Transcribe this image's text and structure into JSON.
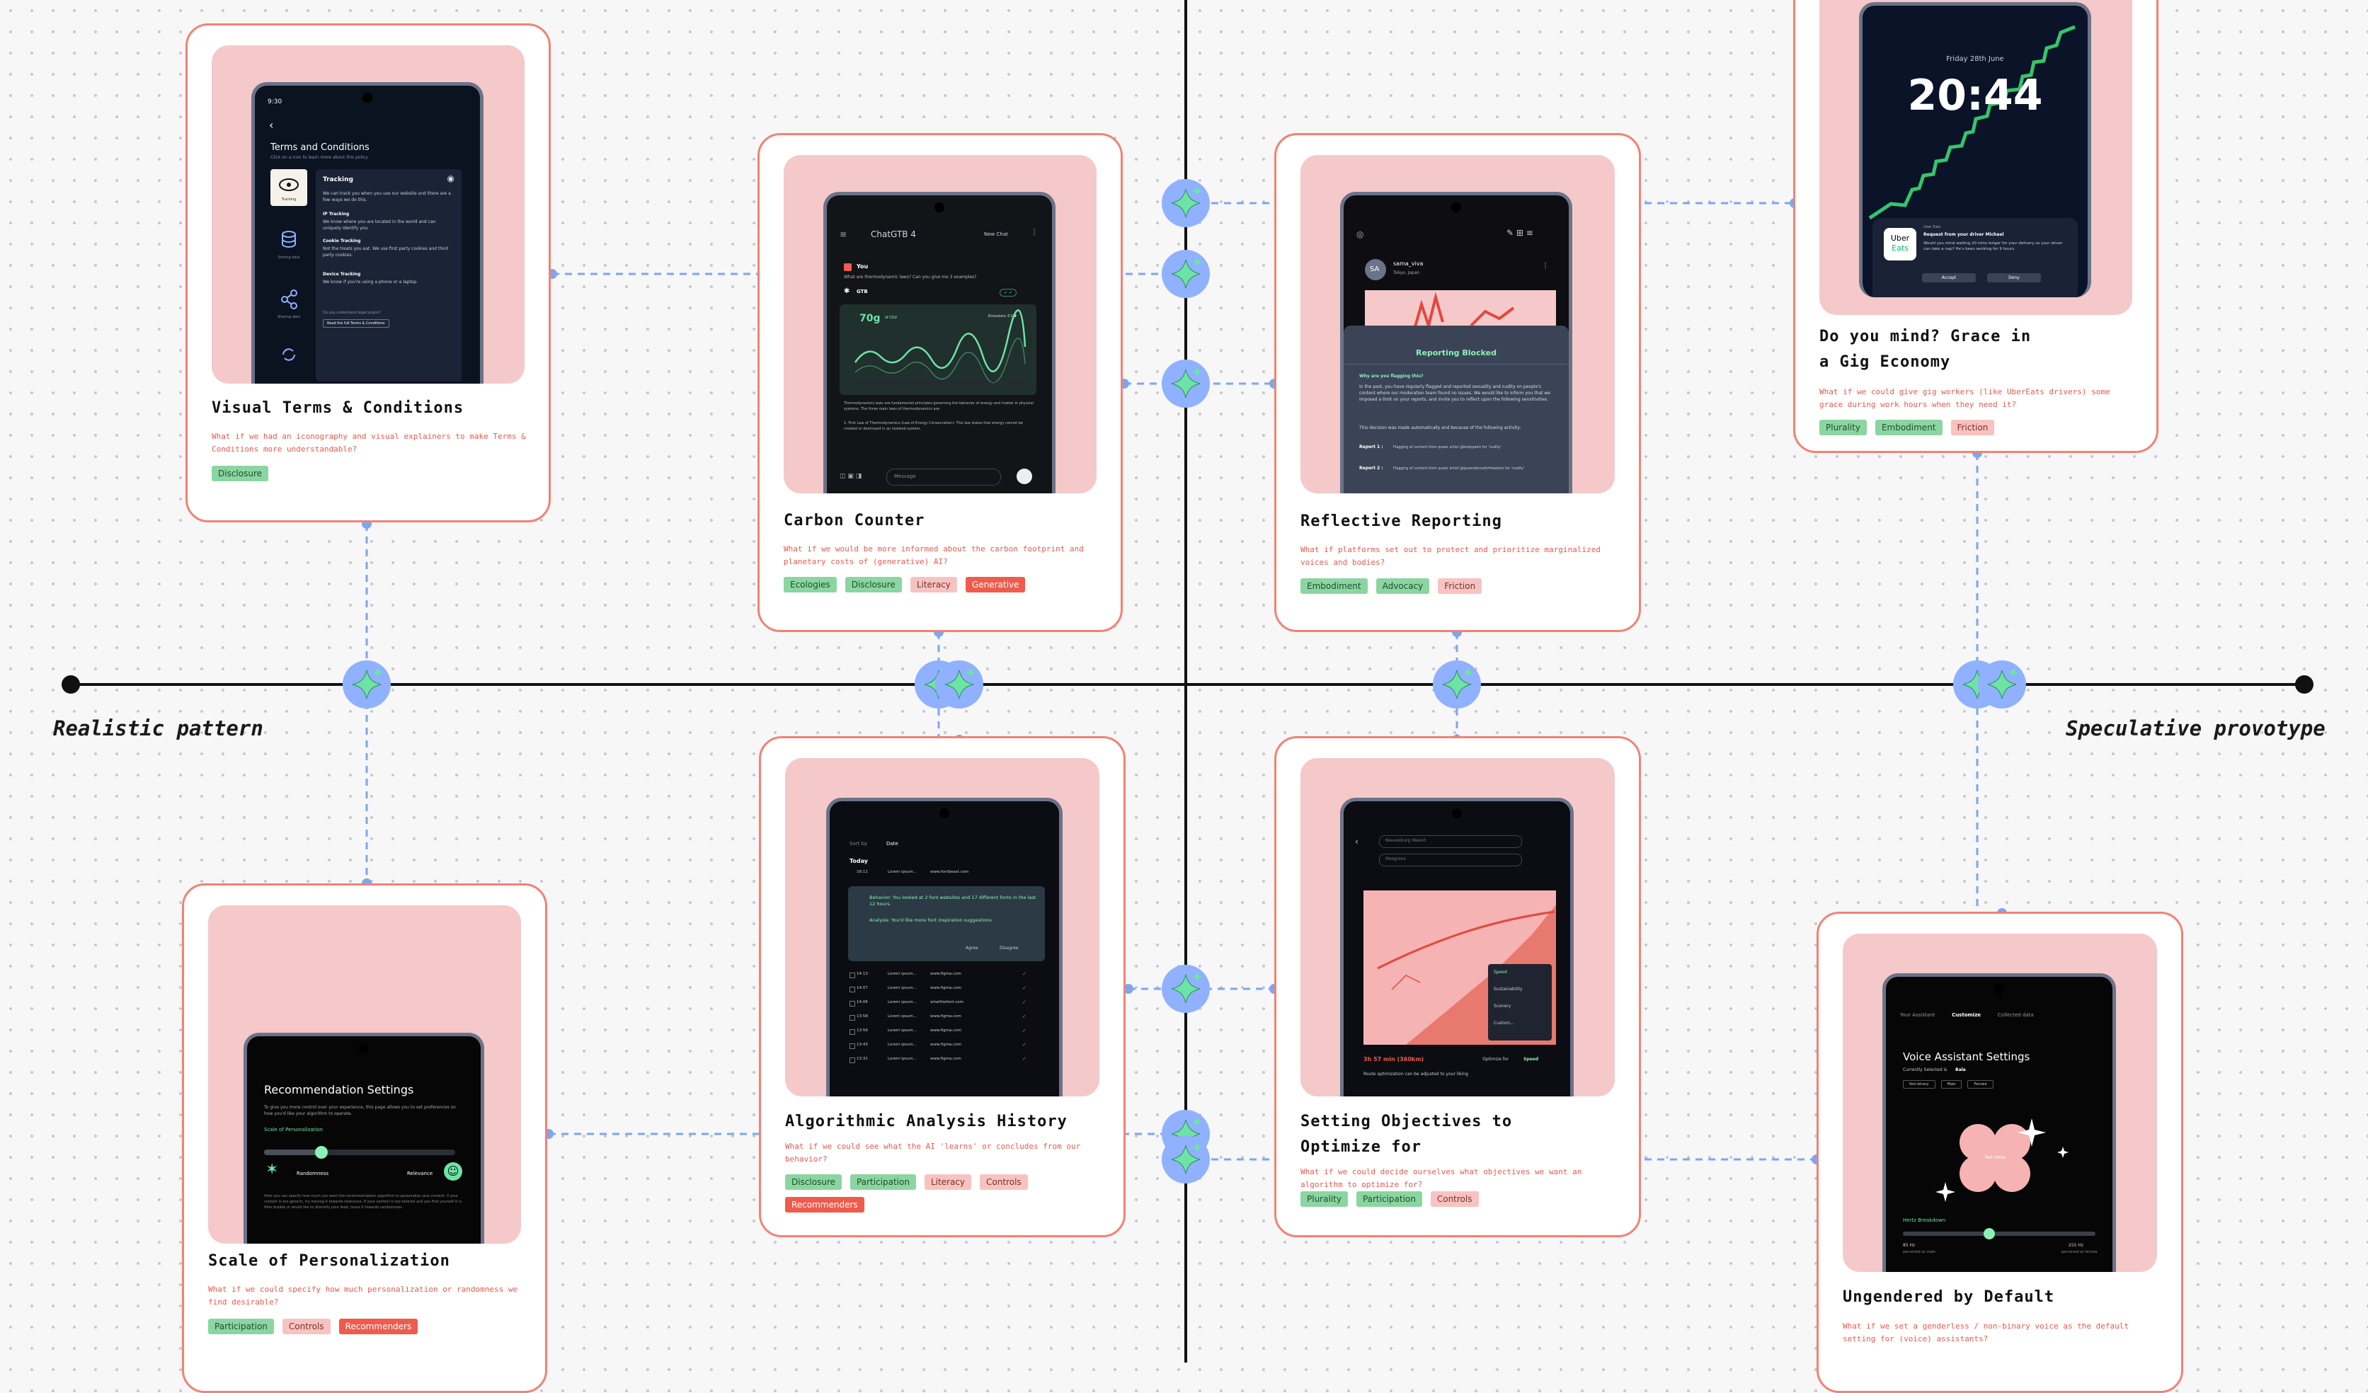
{
  "axis": {
    "left_label": "Realistic pattern",
    "right_label": "Speculative provotype"
  },
  "colors": {
    "card_border": "#f28274",
    "frame_fill": "#f5c9c9",
    "connector": "#7ea6ef",
    "node_fill": "#8fb1ff",
    "sparkle": "#6ee3a6",
    "axis": "#111111",
    "tag_green": "#8bd5a1",
    "tag_pink": "#f7c3c1",
    "tag_red": "#ef5b4c"
  },
  "cards": {
    "terms": {
      "title": "Visual Terms & Conditions",
      "desc": "What if we had an iconography and visual explainers to make Terms & Conditions more understandable?",
      "tags": [
        {
          "label": "Disclosure",
          "style": "green"
        }
      ],
      "screen": {
        "time": "9:30",
        "heading": "Terms and Conditions",
        "subheading": "Click on a icon to learn more about this policy",
        "panel_title": "Tracking",
        "panel_text": "We can track you when you use our website and there are a few ways we do this.",
        "ip_title": "IP Tracking",
        "ip_text": "We know where you are located in the world and can uniquely identify you.",
        "cookie_title": "Cookie Tracking",
        "cookie_text": "Not the treats you eat. We use first party cookies and third party cookies.",
        "device_title": "Device Tracking",
        "device_text": "We know if you're using a phone or a laptop.",
        "question": "Do you understand legal jargon?",
        "button": "Read the full Terms & Conditions",
        "icon1_label": "Tracking",
        "icon2_label": "Storing data",
        "icon3_label": "Sharing data"
      }
    },
    "carbon": {
      "title": "Carbon Counter",
      "desc": "What if we would be more informed about the carbon footprint and planetary costs of (generative) AI?",
      "tags": [
        {
          "label": "Ecologies",
          "style": "green"
        },
        {
          "label": "Disclosure",
          "style": "green"
        },
        {
          "label": "Literacy",
          "style": "pink"
        },
        {
          "label": "Generative",
          "style": "red"
        }
      ],
      "screen": {
        "app_title": "ChatGTB 4",
        "new_chat": "New Chat",
        "you": "You",
        "question": "What are thermodynamic laws? Can you give me 3 examples?",
        "bot": "GTB",
        "co2": "70g",
        "co2_unit": "of CO2",
        "co2_note": "Emissions ©2 ▼",
        "answer": "Thermodynamics laws are fundamental principles governing the behavior of energy and matter in physical systems. The three main laws of thermodynamics are:",
        "answer2": "1. First Law of Thermodynamics (Law of Energy Conservation): This law states that energy cannot be created or destroyed in an isolated system.",
        "input_placeholder": "Message"
      }
    },
    "reflective": {
      "title": "Reflective Reporting",
      "desc": "What if platforms set out to protect and prioritize marginalized voices and bodies?",
      "tags": [
        {
          "label": "Embodiment",
          "style": "green"
        },
        {
          "label": "Advocacy",
          "style": "green"
        },
        {
          "label": "Friction",
          "style": "pink"
        }
      ],
      "screen": {
        "avatar": "SA",
        "user": "sama_viva",
        "location": "Tokyo, Japan",
        "modal_title": "Reporting Blocked",
        "why": "Why are you flagging this?",
        "body": "In the past, you have regularly flagged and reported sexuality and nudity on people's content where our moderation team found no issues. We would like to inform you that we imposed a limit on your reports, and invite you to reflect upon the following sensitivities.",
        "body2": "This decision was made automatically and because of the following activity:",
        "report1": "Report 1 :",
        "report1_text": "Flagging of content from queer artist @bodypaint for 'nudity'",
        "report2": "Report 2 :",
        "report2_text": "Flagging of content from queer artist @queerdanceforfreedom for 'nudity'"
      }
    },
    "gig": {
      "title": "Do you mind? Grace in a Gig Economy",
      "desc": "What if we could give gig workers (like UberEats drivers) some grace during work hours when they need it?",
      "tags": [
        {
          "label": "Plurality",
          "style": "green"
        },
        {
          "label": "Embodiment",
          "style": "green"
        },
        {
          "label": "Friction",
          "style": "pink"
        }
      ],
      "screen": {
        "date": "Friday 28th June",
        "time": "20:44",
        "logo_top": "Uber",
        "logo_bottom": "Eats",
        "notif_app": "Uber Eats",
        "notif_title": "Request from your driver Michael",
        "notif_text": "Would you mind waiting 20 mins longer for your delivery so your driver can take a nap? He's been working for 9 hours.",
        "accept": "Accept",
        "deny": "Deny"
      }
    },
    "scale": {
      "title": "Scale of Personalization",
      "desc": "What if we could specify how much personalization or randomness we find desirable?",
      "tags": [
        {
          "label": "Participation",
          "style": "green"
        },
        {
          "label": "Controls",
          "style": "pink"
        },
        {
          "label": "Recommenders",
          "style": "red"
        }
      ],
      "screen": {
        "heading": "Recommendation Settings",
        "intro": "To give you more control over your experience, this page allows you to set preferences on how you'd like your algorithm to operate.",
        "scale_label": "Scale of Personalization",
        "left_label": "Randomness",
        "right_label": "Relevance",
        "footer": "Here you can specify how much you want the recommendation algorithm to personalize your content. If your content is too generic, try moving it towards relevance. If your content is too tailored and you find yourself in a filter bubble or would like to diversify your feed, move it towards randomness."
      }
    },
    "algo": {
      "title": "Algorithmic Analysis History",
      "desc": "What if we could see what the AI 'learns' or concludes from our behavior?",
      "tags": [
        {
          "label": "Disclosure",
          "style": "green"
        },
        {
          "label": "Participation",
          "style": "green"
        },
        {
          "label": "Literacy",
          "style": "pink"
        },
        {
          "label": "Controls",
          "style": "pink"
        },
        {
          "label": "Recommenders",
          "style": "red"
        }
      ],
      "screen": {
        "sort_by": "Sort by",
        "sort_value": "Date",
        "today": "Today",
        "behavior": "Behavior: You looked at 2 font websites and 17 different fonts in the last 12 hours.",
        "analysis": "Analysis: You'd like more font inspiration suggestions",
        "agree": "Agree",
        "disagree": "Disagree",
        "top_row": {
          "time": "16:11",
          "text": "Lorem ipsum...",
          "site": "www.fontbeast.com"
        },
        "rows": [
          {
            "time": "14:13",
            "text": "Lorem ipsum...",
            "site": "www.figma.com"
          },
          {
            "time": "14:07",
            "text": "Lorem ipsum...",
            "site": "www.figma.com"
          },
          {
            "time": "14:06",
            "text": "Lorem ipsum...",
            "site": "whatthefont.com"
          },
          {
            "time": "13:58",
            "text": "Lorem ipsum...",
            "site": "www.figma.com"
          },
          {
            "time": "13:56",
            "text": "Lorem ipsum...",
            "site": "www.figma.com"
          },
          {
            "time": "13:43",
            "text": "Lorem ipsum...",
            "site": "www.figma.com"
          },
          {
            "time": "13:31",
            "text": "Lorem ipsum...",
            "site": "www.figma.com"
          }
        ]
      }
    },
    "objectives": {
      "title": "Setting Objectives to Optimize for",
      "desc": "What if we could decide ourselves what objectives we want an algorithm to optimize for?",
      "tags": [
        {
          "label": "Plurality",
          "style": "green"
        },
        {
          "label": "Participation",
          "style": "green"
        },
        {
          "label": "Controls",
          "style": "pink"
        }
      ],
      "screen": {
        "from": "Nieuwsburg Weesh",
        "to": "Mosgrens",
        "options": [
          "Speed",
          "Sustainability",
          "Scenery",
          "Custom..."
        ],
        "duration": "3h 57 min (360km)",
        "optimize_label": "Optimize for",
        "optimize_value": "Speed",
        "footer": "Route optimization can be adjusted to your liking"
      }
    },
    "voice": {
      "title": "Ungendered by Default",
      "desc": "What if we set a genderless / non-binary voice as the default setting for (voice) assistants?",
      "tags": [],
      "screen": {
        "tabs": [
          "Your Assistant",
          "Customize",
          "Collected data"
        ],
        "heading": "Voice Assistant Settings",
        "currently": "Currently Selected is",
        "selected": "Bala",
        "chips": [
          "Non-binary",
          "Male",
          "Female"
        ],
        "blob_label": "Test Voice",
        "hertz": "Hertz Breakdown",
        "hz_left": "85 Hz",
        "hz_left_note": "perceived as male",
        "hz_right": "255 Hz",
        "hz_right_note": "perceived as female"
      }
    }
  }
}
